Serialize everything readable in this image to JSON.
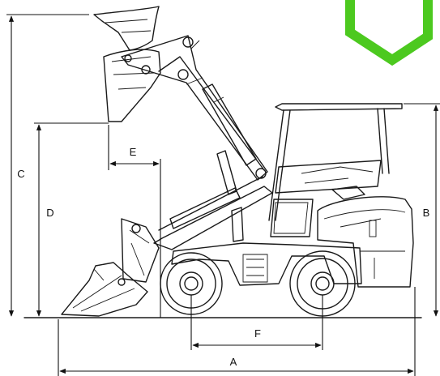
{
  "dimensions": {
    "A": "A",
    "B": "B",
    "C": "C",
    "D": "D",
    "E": "E",
    "F": "F"
  },
  "colors": {
    "accent_hexagon": "#4cc91f",
    "line": "#1a1a1a"
  },
  "icons": [
    "hexagon-logo"
  ]
}
